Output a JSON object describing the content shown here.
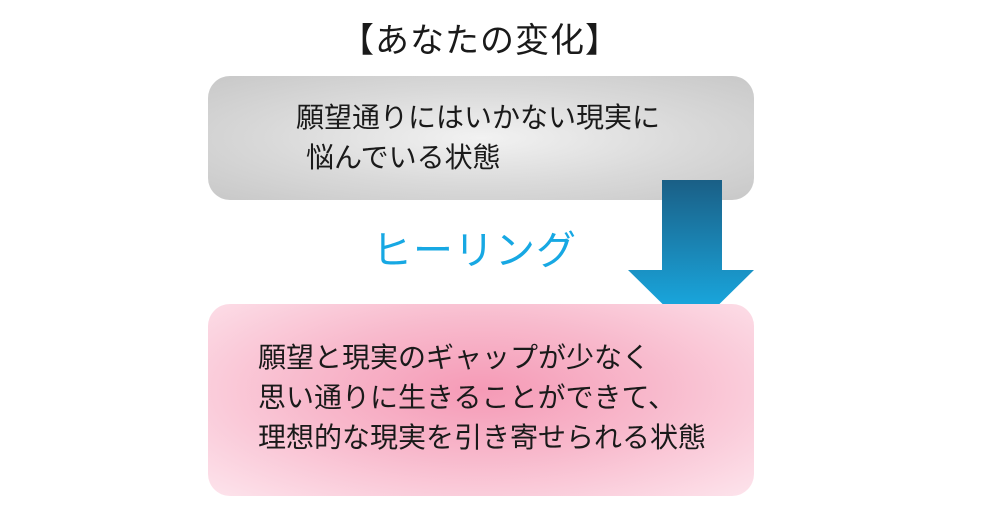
{
  "title": "【あなたの変化】",
  "before": {
    "lines": [
      "願望通りにはいかない現実に",
      "悩んでいる状態"
    ]
  },
  "process": {
    "label": "ヒーリング"
  },
  "after": {
    "lines": [
      "願望と現実のギャップが少なく",
      "思い通りに生きることができて、",
      "理想的な現実を引き寄せられる状態"
    ]
  },
  "colors": {
    "before_box": "#d9d9d9",
    "after_box": "#f8b9cc",
    "healing_text": "#17a8e3",
    "arrow_top": "#1a5f86",
    "arrow_bottom": "#19b4ee"
  },
  "icons": {
    "arrow": "down-arrow-icon"
  }
}
